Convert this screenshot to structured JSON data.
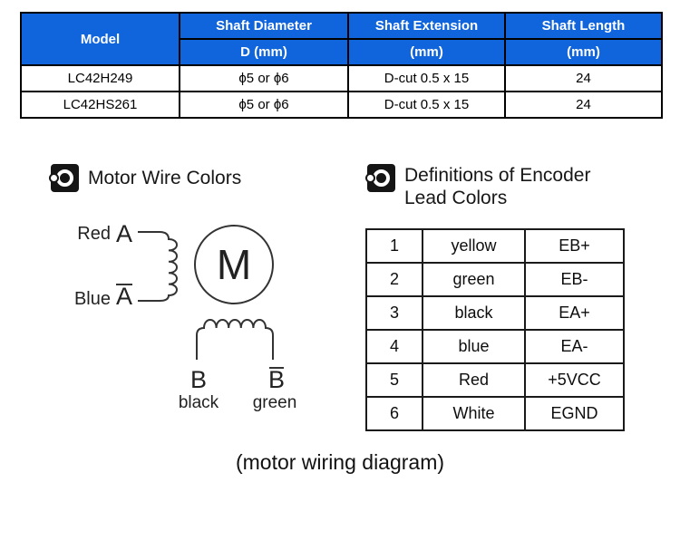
{
  "spec_table": {
    "header_bg": "#1065DD",
    "header_text_color": "#FFFFFF",
    "headers": {
      "model": "Model",
      "shaft_diameter": "Shaft Diameter",
      "shaft_extension": "Shaft Extension",
      "shaft_length": "Shaft Length",
      "diameter_unit": "D (mm)",
      "extension_unit": "(mm)",
      "length_unit": "(mm)"
    },
    "rows": [
      {
        "model": "LC42H249",
        "diameter": "ϕ5 or ϕ6",
        "extension": "D-cut 0.5 x 15",
        "length": "24"
      },
      {
        "model": "LC42HS261",
        "diameter": "ϕ5 or ϕ6",
        "extension": "D-cut 0.5 x 15",
        "length": "24"
      }
    ]
  },
  "motor_section": {
    "title": "Motor Wire Colors",
    "diagram": {
      "phase_a": {
        "wire_color": "Red",
        "terminal": "A"
      },
      "phase_a_bar": {
        "wire_color": "Blue",
        "terminal": "A"
      },
      "motor_symbol": "M",
      "phase_b": {
        "terminal": "B",
        "wire_color": "black"
      },
      "phase_b_bar": {
        "terminal": "B",
        "wire_color": "green"
      }
    }
  },
  "encoder_section": {
    "title_line1": "Definitions of Encoder",
    "title_line2": "Lead Colors",
    "rows": [
      {
        "pin": "1",
        "color": "yellow",
        "signal": "EB+"
      },
      {
        "pin": "2",
        "color": "green",
        "signal": "EB-"
      },
      {
        "pin": "3",
        "color": "black",
        "signal": "EA+"
      },
      {
        "pin": "4",
        "color": "blue",
        "signal": "EA-"
      },
      {
        "pin": "5",
        "color": "Red",
        "signal": "+5VCC"
      },
      {
        "pin": "6",
        "color": "White",
        "signal": "EGND"
      }
    ]
  },
  "caption": "(motor wiring diagram)"
}
